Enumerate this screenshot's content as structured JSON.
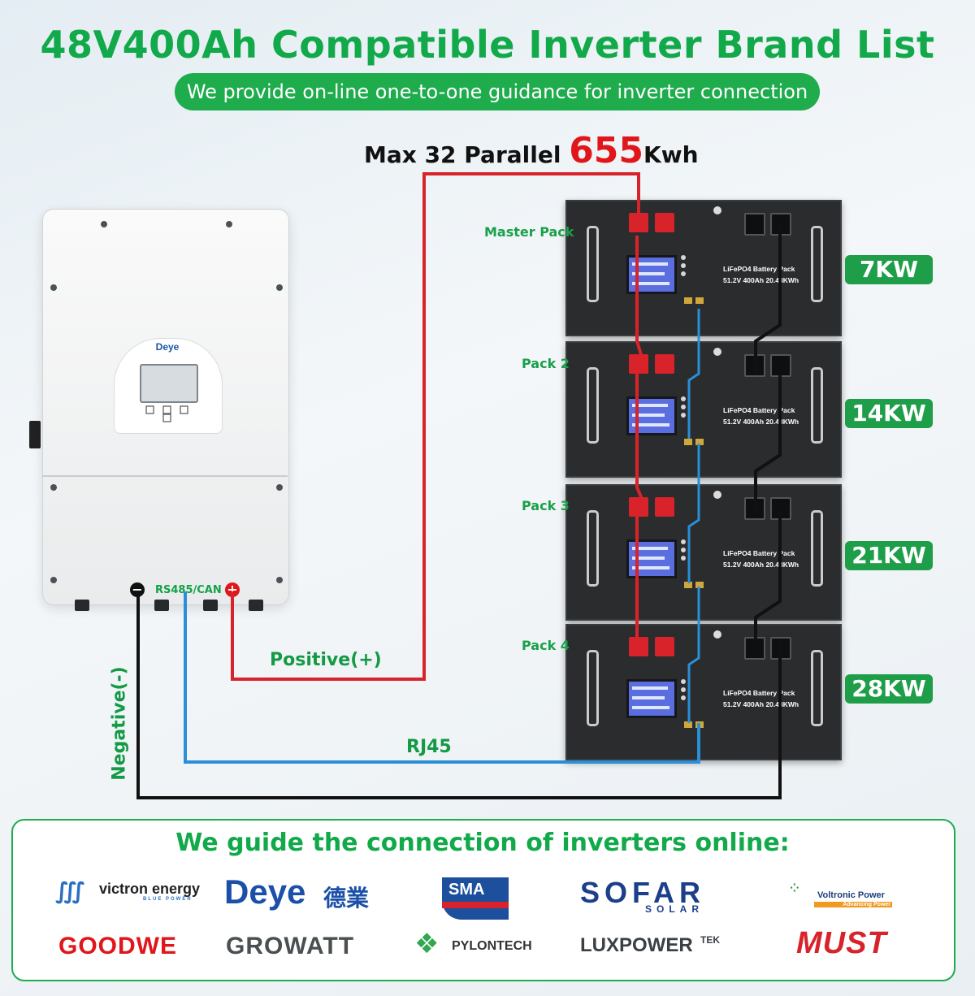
{
  "title": "48V400Ah Compatible Inverter Brand List",
  "subtitle": "We provide on-line one-to-one guidance for inverter connection",
  "parallel": {
    "prefix": "Max 32 Parallel",
    "value": "655",
    "unit": "Kwh"
  },
  "inverter": {
    "brand": "Deye",
    "port_label": "RS485/CAN",
    "neg_symbol": "−",
    "pos_symbol": "+"
  },
  "packs": [
    {
      "name": "Master Pack",
      "label_line1": "LiFePO4 Battery Pack",
      "label_line2": "51.2V 400Ah 20.48KWh",
      "capacity": "7KW"
    },
    {
      "name": "Pack 2",
      "label_line1": "LiFePO4 Battery Pack",
      "label_line2": "51.2V 400Ah 20.48KWh",
      "capacity": "14KW"
    },
    {
      "name": "Pack 3",
      "label_line1": "LiFePO4 Battery Pack",
      "label_line2": "51.2V 400Ah 20.48KWh",
      "capacity": "21KW"
    },
    {
      "name": "Pack 4",
      "label_line1": "LiFePO4 Battery Pack",
      "label_line2": "51.2V 400Ah 20.48KWh",
      "capacity": "28KW"
    }
  ],
  "wires": {
    "positive": "Positive(+)",
    "negative": "Negative(-)",
    "rj45": "RJ45"
  },
  "colors": {
    "green": "#12a94a",
    "red": "#e0161a",
    "blue": "#2b8fd8",
    "black": "#111111"
  },
  "bottom": {
    "title": "We guide the connection of inverters online:",
    "brands": [
      {
        "id": "victron",
        "text": "victron energy",
        "sub": "BLUE POWER"
      },
      {
        "id": "deye",
        "text": "Deye",
        "sub": "德業"
      },
      {
        "id": "sma",
        "text": "SMA"
      },
      {
        "id": "sofar",
        "text": "SOFAR",
        "sub": "SOLAR"
      },
      {
        "id": "voltronic",
        "text": "Voltronic Power",
        "sub": "Advancing Power"
      },
      {
        "id": "goodwe",
        "text": "GOODWE"
      },
      {
        "id": "growatt",
        "text": "GROWATT"
      },
      {
        "id": "pylontech",
        "text": "PYLONTECH"
      },
      {
        "id": "luxpower",
        "text": "LUXPOWER",
        "sub": "TEK"
      },
      {
        "id": "must",
        "text": "MUST"
      }
    ]
  }
}
